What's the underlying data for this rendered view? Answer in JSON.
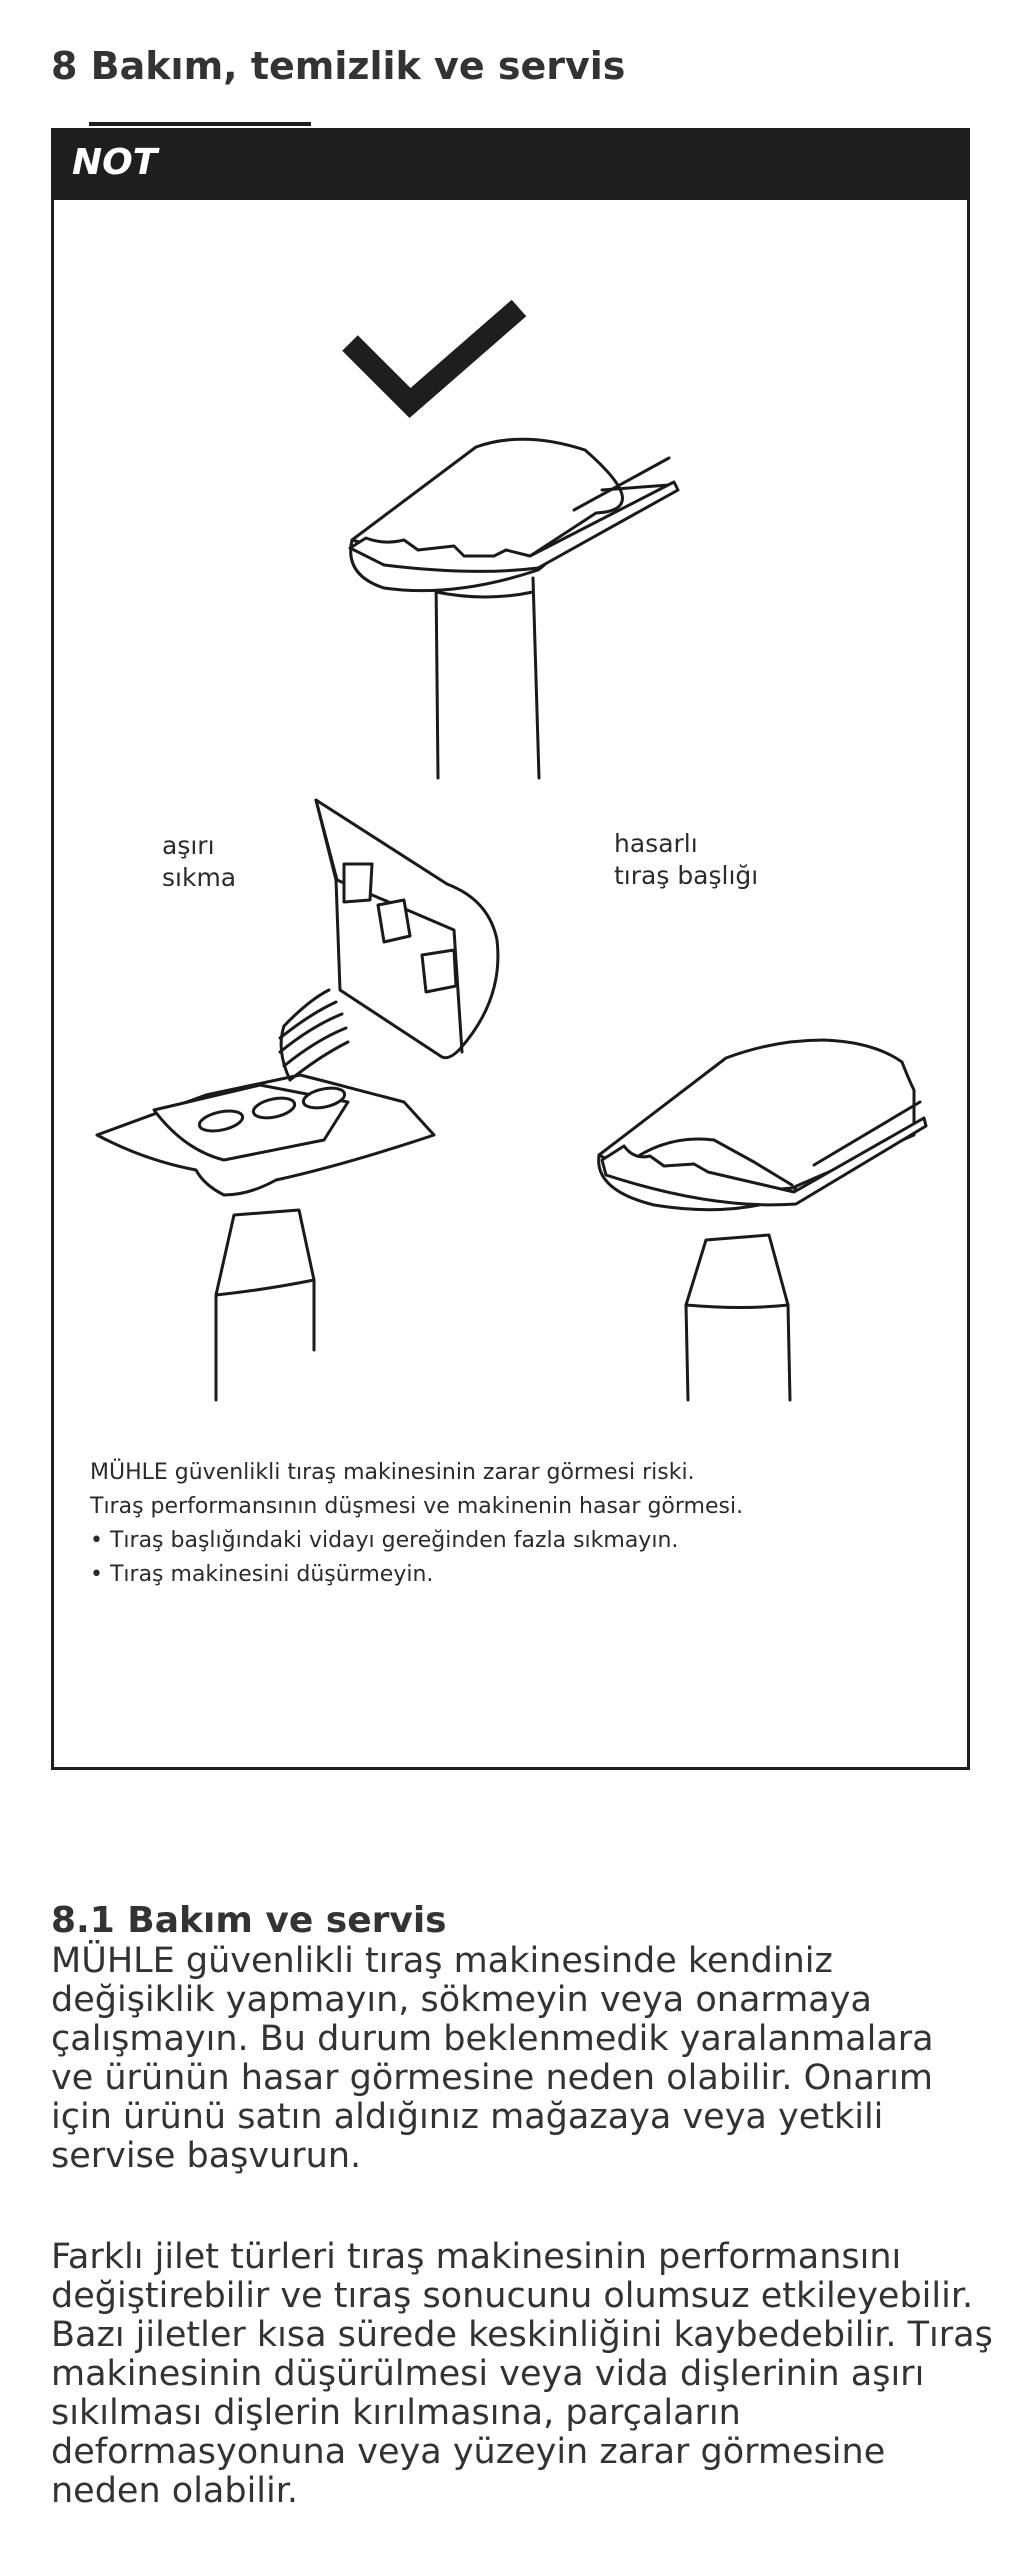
{
  "section": {
    "title": "8 Bakım, temizlik ve servis"
  },
  "note": {
    "label": "NOT",
    "labels": {
      "overtighten": [
        "aşırı",
        "sıkma"
      ],
      "damaged_head": [
        "hasarlı",
        "tıraş başlığı"
      ]
    },
    "icons": [
      "checkmark-icon",
      "razor-head-correct",
      "razor-overtightened",
      "razor-head-damaged"
    ],
    "risk_lines": [
      "MÜHLE güvenlikli tıraş makinesinin zarar görmesi riski.",
      "Tıraş performansının düşmesi ve makinenin hasar görmesi."
    ],
    "bullets": [
      "Tıraş başlığındaki vidayı gereğinden fazla sıkmayın.",
      "Tıraş makinesini düşürmeyin."
    ]
  },
  "subsection": {
    "title": "8.1 Bakım ve servis",
    "paragraph1": [
      "MÜHLE güvenlikli tıraş makinesinde kendiniz",
      "değişiklik yapmayın, sökmeyin veya onarmaya",
      "çalışmayın. Bu durum beklenmedik yaralanmalara",
      "ve ürünün hasar görmesine neden olabilir. Onarım",
      "için ürünü satın aldığınız mağazaya veya yetkili",
      "servise başvurun."
    ],
    "paragraph2": [
      "Farklı jilet türleri tıraş makinesinin performansını",
      "değiştirebilir ve tıraş sonucunu olumsuz etkileyebilir.",
      "Bazı jiletler kısa sürede keskinliğini kaybedebilir. Tıraş",
      "makinesinin düşürülmesi veya vida dişlerinin aşırı",
      "sıkılması dişlerin kırılmasına, parçaların",
      "deformasyonuna veya yüzeyin zarar görmesine",
      "neden olabilir."
    ]
  }
}
